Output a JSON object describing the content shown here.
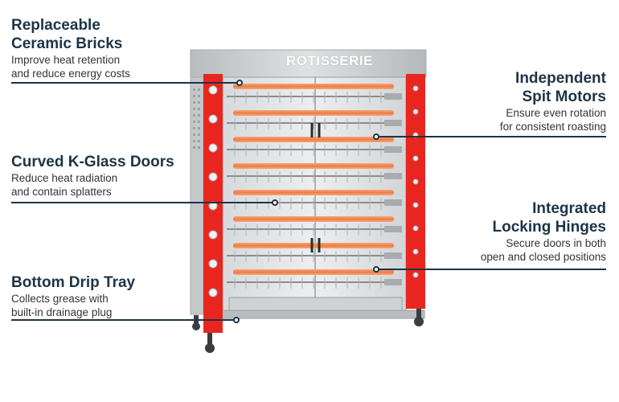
{
  "product": {
    "logo_text": "ROTISSERIE",
    "colors": {
      "frame": "#e8261f",
      "steel": "#c9ccce",
      "heater": "#f08a55",
      "accent": "#1d3447"
    }
  },
  "callouts": [
    {
      "id": "bricks",
      "title": [
        "Replaceable",
        "Ceramic Bricks"
      ],
      "desc": [
        "Improve heat retention",
        "and reduce energy costs"
      ]
    },
    {
      "id": "doors",
      "title": [
        "Curved K-Glass Doors"
      ],
      "desc": [
        "Reduce heat radiation",
        "and contain splatters"
      ]
    },
    {
      "id": "tray",
      "title": [
        "Bottom Drip Tray"
      ],
      "desc": [
        "Collects grease with",
        "built-in drainage plug"
      ]
    },
    {
      "id": "motors",
      "title": [
        "Independent",
        "Spit Motors"
      ],
      "desc": [
        "Ensure even rotation",
        "for consistent roasting"
      ]
    },
    {
      "id": "hinges",
      "title": [
        "Integrated",
        "Locking Hinges"
      ],
      "desc": [
        "Secure doors in both",
        "open and closed positions"
      ]
    }
  ]
}
